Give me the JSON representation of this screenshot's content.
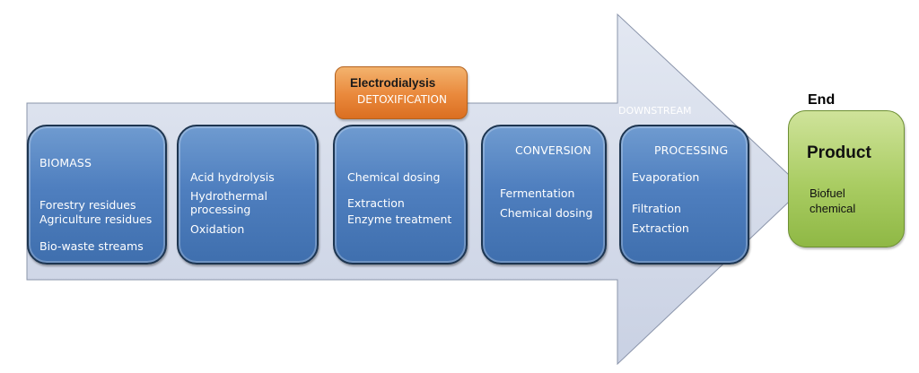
{
  "flow": {
    "detox_method": "Electrodialysis",
    "detox_label": "DETOXIFICATION",
    "downstream_label": "DOWNSTREAM",
    "end_label": "End",
    "stages": [
      {
        "title": "BIOMASS",
        "items": [
          "Forestry residues",
          "Agriculture residues",
          "Bio-waste streams"
        ]
      },
      {
        "title": "",
        "items": [
          "Acid hydrolysis",
          "Hydrothermal",
          "processing",
          "Oxidation"
        ]
      },
      {
        "title": "",
        "items": [
          "Chemical dosing",
          "Extraction",
          "Enzyme treatment"
        ]
      },
      {
        "title": "CONVERSION",
        "items": [
          "Fermentation",
          "Chemical dosing"
        ]
      },
      {
        "title": "PROCESSING",
        "items": [
          "Evaporation",
          "Filtration",
          "Extraction"
        ]
      }
    ],
    "product": {
      "title": "Product",
      "items": [
        "Biofuel",
        "chemical"
      ]
    }
  },
  "colors": {
    "arrow_fill": "#d5dbe9",
    "stage_fill": "#4f7fbf",
    "detox_fill": "#e9883b",
    "product_fill": "#a9cc62"
  }
}
